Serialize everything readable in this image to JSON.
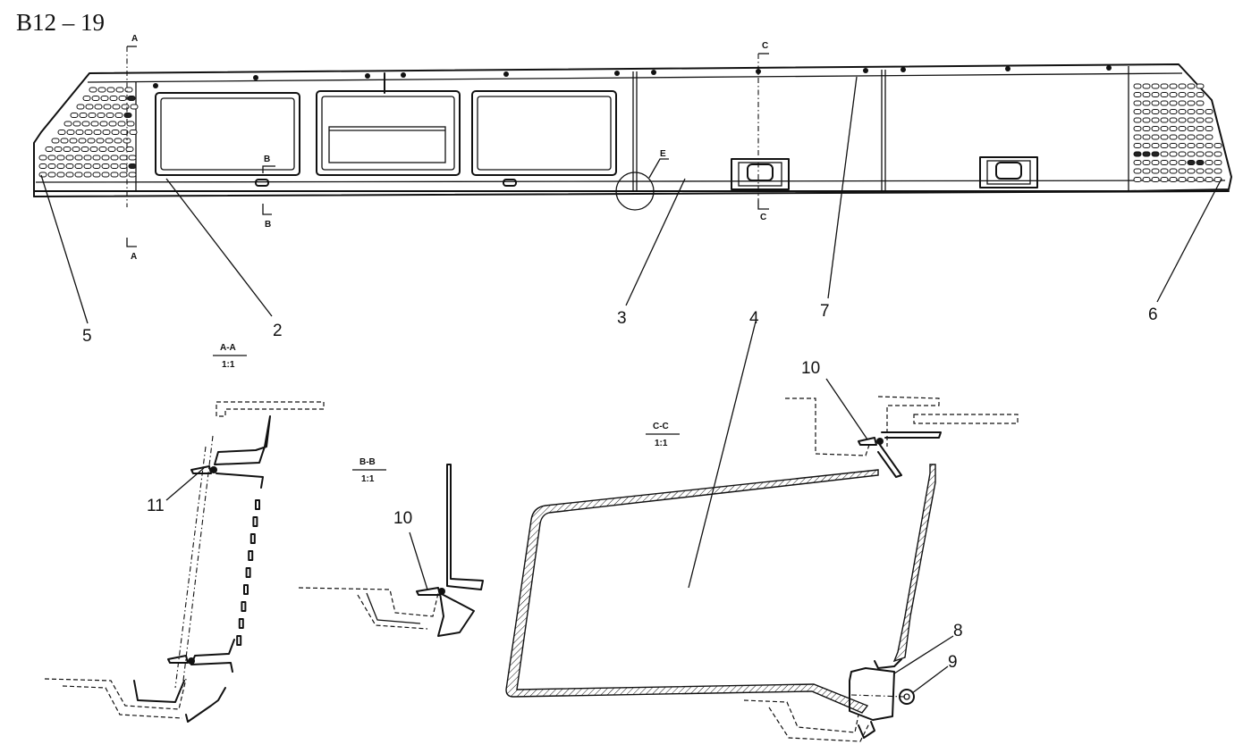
{
  "figure_code": "B12 – 19",
  "part_labels": {
    "p1": "5",
    "p2": "2",
    "p3": "3",
    "p4": "4",
    "p5": "7",
    "p6": "6",
    "p7": "11",
    "p8": "10",
    "p9": "10",
    "p10": "8",
    "p11": "9"
  },
  "section_markers": {
    "a_top": "A",
    "a_bottom": "A",
    "b_top": "B",
    "b_bottom": "B",
    "c_top": "C",
    "c_bottom": "C",
    "detail_e": "E"
  },
  "section_views": {
    "aa": {
      "name": "A-A",
      "scale": "1:1"
    },
    "bb": {
      "name": "B-B",
      "scale": "1:1"
    },
    "cc": {
      "name": "C-C",
      "scale": "1:1"
    }
  }
}
